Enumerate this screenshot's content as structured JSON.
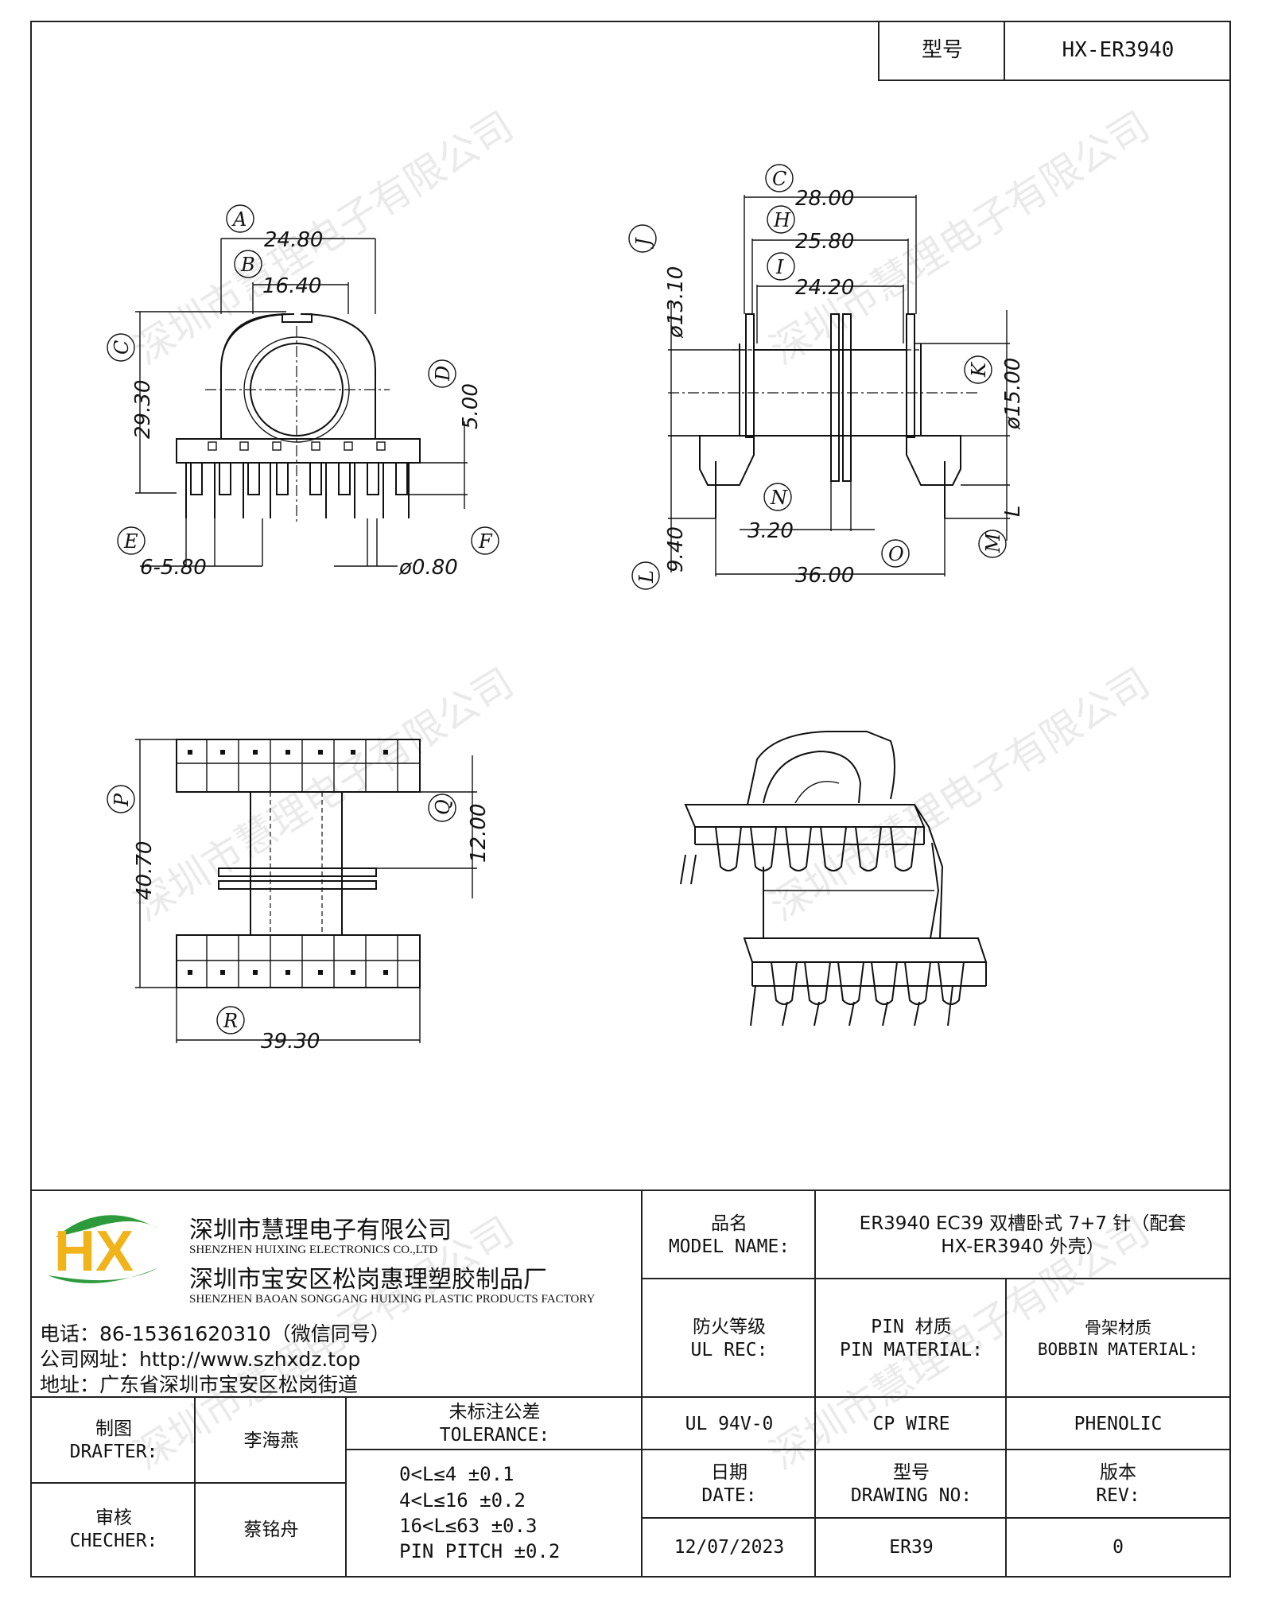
{
  "header": {
    "model_label": "型号",
    "model_value": "HX-ER3940"
  },
  "drawing": {
    "front_view": {
      "A": "24.80",
      "B": "16.40",
      "C": "29.30",
      "D": "5.00",
      "E": "6-5.80",
      "F": "ø0.80",
      "labels": [
        "A",
        "B",
        "C",
        "D",
        "E",
        "F"
      ]
    },
    "side_view": {
      "C": "28.00",
      "H": "25.80",
      "I": "24.20",
      "J": "ø13.10",
      "K": "ø15.00",
      "L": "9.40",
      "N": "3.20",
      "O": "36.00",
      "labels": [
        "C",
        "H",
        "I",
        "J",
        "K",
        "L",
        "M",
        "N",
        "O"
      ],
      "L_letter": "L"
    },
    "bottom_view": {
      "P": "40.70",
      "Q": "12.00",
      "R": "39.30",
      "labels": [
        "P",
        "Q",
        "R"
      ]
    }
  },
  "watermark": "深圳市慧理电子有限公司",
  "company": {
    "logo_text": "HX",
    "name_cn": "深圳市慧理电子有限公司",
    "name_en": "SHENZHEN HUIXING ELECTRONICS CO.,LTD",
    "factory_cn": "深圳市宝安区松岗惠理塑胶制品厂",
    "factory_en": "SHENZHEN BAOAN SONGGANG HUIXING PLASTIC PRODUCTS FACTORY",
    "phone": "电话：86-15361620310（微信同号）",
    "website": "公司网址：http://www.szhxdz.top",
    "address": "地址：广东省深圳市宝安区松岗街道"
  },
  "title_block": {
    "model_name_cn": "品名",
    "model_name_en": "MODEL NAME:",
    "model_name_value_1": "ER3940 EC39 双槽卧式 7+7 针（配套",
    "model_name_value_2": "HX-ER3940 外壳）",
    "ul_cn": "防火等级",
    "ul_en": "UL REC:",
    "pin_cn": "PIN 材质",
    "pin_en": "PIN MATERIAL:",
    "bobbin_cn": "骨架材质",
    "bobbin_en": "BOBBIN MATERIAL:",
    "ul_value": "UL 94V-0",
    "pin_value": "CP WIRE",
    "bobbin_value": "PHENOLIC",
    "drafter_cn": "制图",
    "drafter_en": "DRAFTER:",
    "drafter_name": "李海燕",
    "checker_cn": "审核",
    "checker_en": "CHECHER:",
    "checker_name": "蔡铭舟",
    "tolerance_cn": "未标注公差",
    "tolerance_en": "TOLERANCE:",
    "tolerance_lines": [
      "0<L≤4  ±0.1",
      "4<L≤16 ±0.2",
      "16<L≤63 ±0.3",
      "PIN PITCH ±0.2"
    ],
    "date_cn": "日期",
    "date_en": "DATE:",
    "date_value": "12/07/2023",
    "dwg_cn": "型号",
    "dwg_en": "DRAWING NO:",
    "dwg_value": "ER39",
    "rev_cn": "版本",
    "rev_en": "REV:",
    "rev_value": "0"
  }
}
